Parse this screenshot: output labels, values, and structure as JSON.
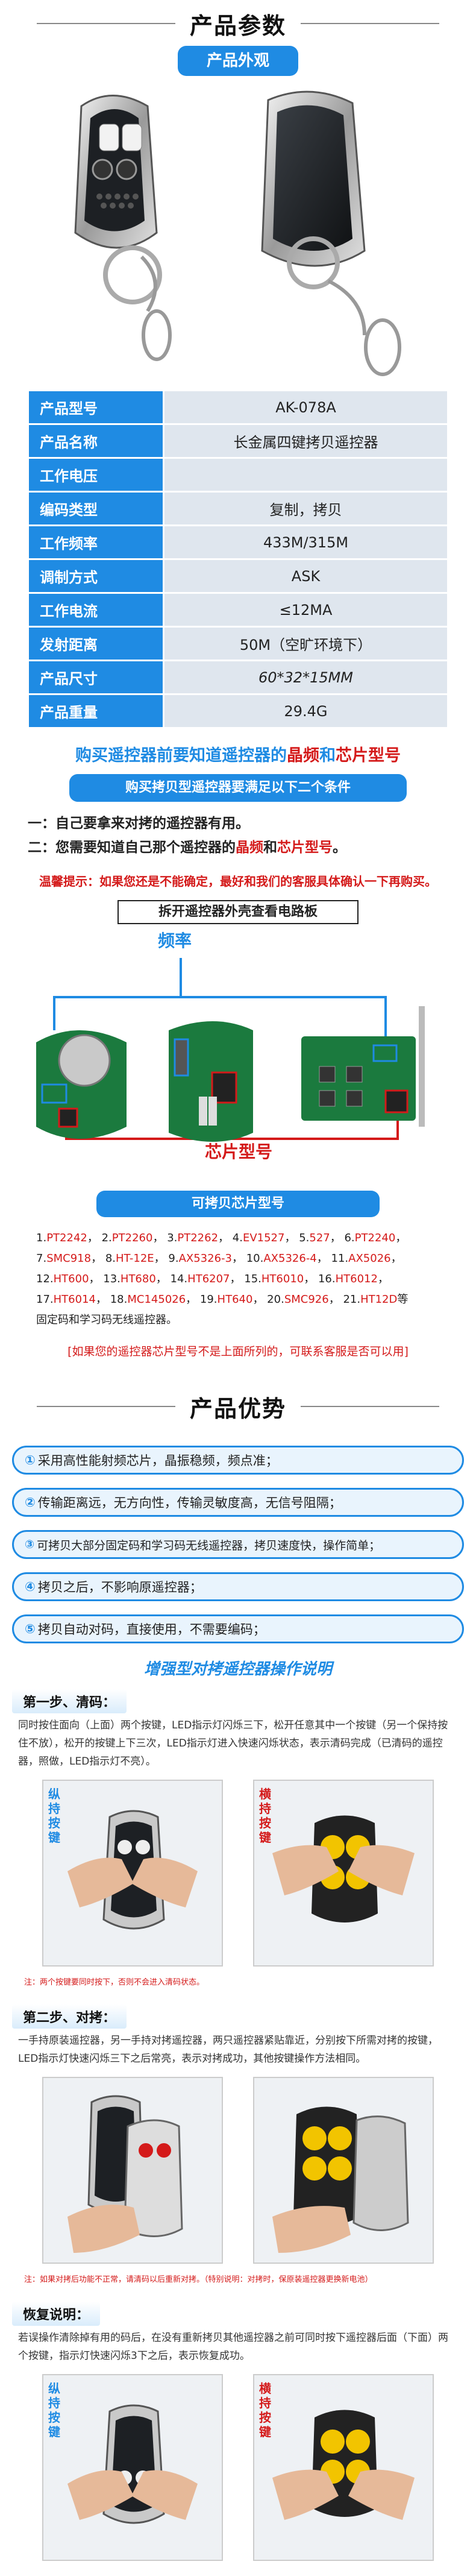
{
  "params": {
    "title": "产品参数",
    "appearance_label": "产品外观",
    "spec": [
      {
        "k": "产品型号",
        "v": "AK-078A"
      },
      {
        "k": "产品名称",
        "v": "长金属四键拷贝遥控器"
      },
      {
        "k": "工作电压",
        "v": ""
      },
      {
        "k": "编码类型",
        "v": "复制，拷贝"
      },
      {
        "k": "工作频率",
        "v": "433M/315M"
      },
      {
        "k": "调制方式",
        "v": "ASK"
      },
      {
        "k": "工作电流",
        "v": "≤12MA"
      },
      {
        "k": "发射距离",
        "v": "50M（空旷环境下）"
      },
      {
        "k": "产品尺寸",
        "v": "60*32*15MM"
      },
      {
        "k": "产品重量",
        "v": "29.4G"
      }
    ]
  },
  "buying": {
    "headline_a": "购买遥控器前要知道遥控器的",
    "headline_b": "晶频",
    "headline_c": "和",
    "headline_d": "芯片型号",
    "banner": "购买拷贝型遥控器要满足以下二个条件",
    "cond1": "一：自己要拿来对拷的遥控器有用。",
    "cond2a": "二：您需要知道自己那个遥控器的",
    "cond2b": "晶频",
    "cond2c": "和",
    "cond2d": "芯片型号",
    "cond2e": "。",
    "tip": "温馨提示：如果您还是不能确定，最好和我们的客服具体确认一下再购买。",
    "board_title": "拆开遥控器外壳查看电路板",
    "freq_label": "频率",
    "chip_label": "芯片型号"
  },
  "chips": {
    "banner": "可拷贝芯片型号",
    "rows": [
      [
        [
          "1.",
          "PT2242"
        ],
        [
          "2.",
          "PT2260"
        ],
        [
          "3.",
          "PT2262"
        ],
        [
          "4.",
          "EV1527"
        ],
        [
          "5.",
          "527"
        ],
        [
          "6.",
          "PT2240"
        ]
      ],
      [
        [
          "7.",
          "SMC918"
        ],
        [
          "8.",
          "HT-12E"
        ],
        [
          "9.",
          "AX5326-3"
        ],
        [
          "10.",
          "AX5326-4"
        ],
        [
          "11.",
          "AX5026"
        ]
      ],
      [
        [
          "12.",
          "HT600"
        ],
        [
          "13.",
          "HT680"
        ],
        [
          "14.",
          "HT6207"
        ],
        [
          "15.",
          "HT6010"
        ],
        [
          "16.",
          "HT6012"
        ]
      ],
      [
        [
          "17.",
          "HT6014"
        ],
        [
          "18.",
          "MC145026"
        ],
        [
          "19.",
          "HT640"
        ],
        [
          "20.",
          "SMC926"
        ],
        [
          "21.",
          "HT12D"
        ]
      ]
    ],
    "tail": "等",
    "tail2": "固定码和学习码无线遥控器。",
    "warning": "[如果您的遥控器芯片型号不是上面所列的，可联系客服是否可以用]"
  },
  "advantages": {
    "title": "产品优势",
    "items": [
      {
        "n": "①",
        "t": "采用高性能射频芯片，晶振稳频，频点准；"
      },
      {
        "n": "②",
        "t": "传输距离远，无方向性，传输灵敏度高，无信号阻隔；"
      },
      {
        "n": "③",
        "t": "可拷贝大部分固定码和学习码无线遥控器，拷贝速度快，操作简单；"
      },
      {
        "n": "④",
        "t": "拷贝之后，不影响原遥控器；"
      },
      {
        "n": "⑤",
        "t": "拷贝自动对码，直接使用，不需要编码；"
      }
    ]
  },
  "guide": {
    "title": "增强型对拷遥控器操作说明",
    "step1": {
      "head": "第一步、清码：",
      "text": "同时按住面向（上面）两个按键，LED指示灯闪烁三下，松开任意其中一个按键（另一个保持按住不放），松开的按键上下三次，LED指示灯进入快速闪烁状态，表示清码完成（已清码的遥控器，照做，LED指示灯不亮）。",
      "left_label": "纵持按键",
      "right_label": "横持按键",
      "note": "注：两个按键要同时按下，否则不会进入清码状态。"
    },
    "step2": {
      "head": "第二步、对拷：",
      "text": "一手持原装遥控器，另一手持对拷遥控器，两只遥控器紧贴靠近，分别按下所需对拷的按键，LED指示灯快速闪烁三下之后常亮，表示对拷成功，其他按键操作方法相同。",
      "note": "注：如果对拷后功能不正常，请清码以后重新对拷。（特别说明：对拷时，保原装遥控器更换新电池）"
    },
    "step3": {
      "head": "恢复说明：",
      "text": "若误操作清除掉有用的码后，在没有重新拷贝其他遥控器之前可同时按下遥控器后面（下面）两个按键，指示灯快速闪烁3下之后，表示恢复成功。",
      "left_label": "纵持按键",
      "right_label": "横持按键"
    }
  },
  "colors": {
    "brand": "#1f8be3",
    "red": "#d41a1a"
  }
}
